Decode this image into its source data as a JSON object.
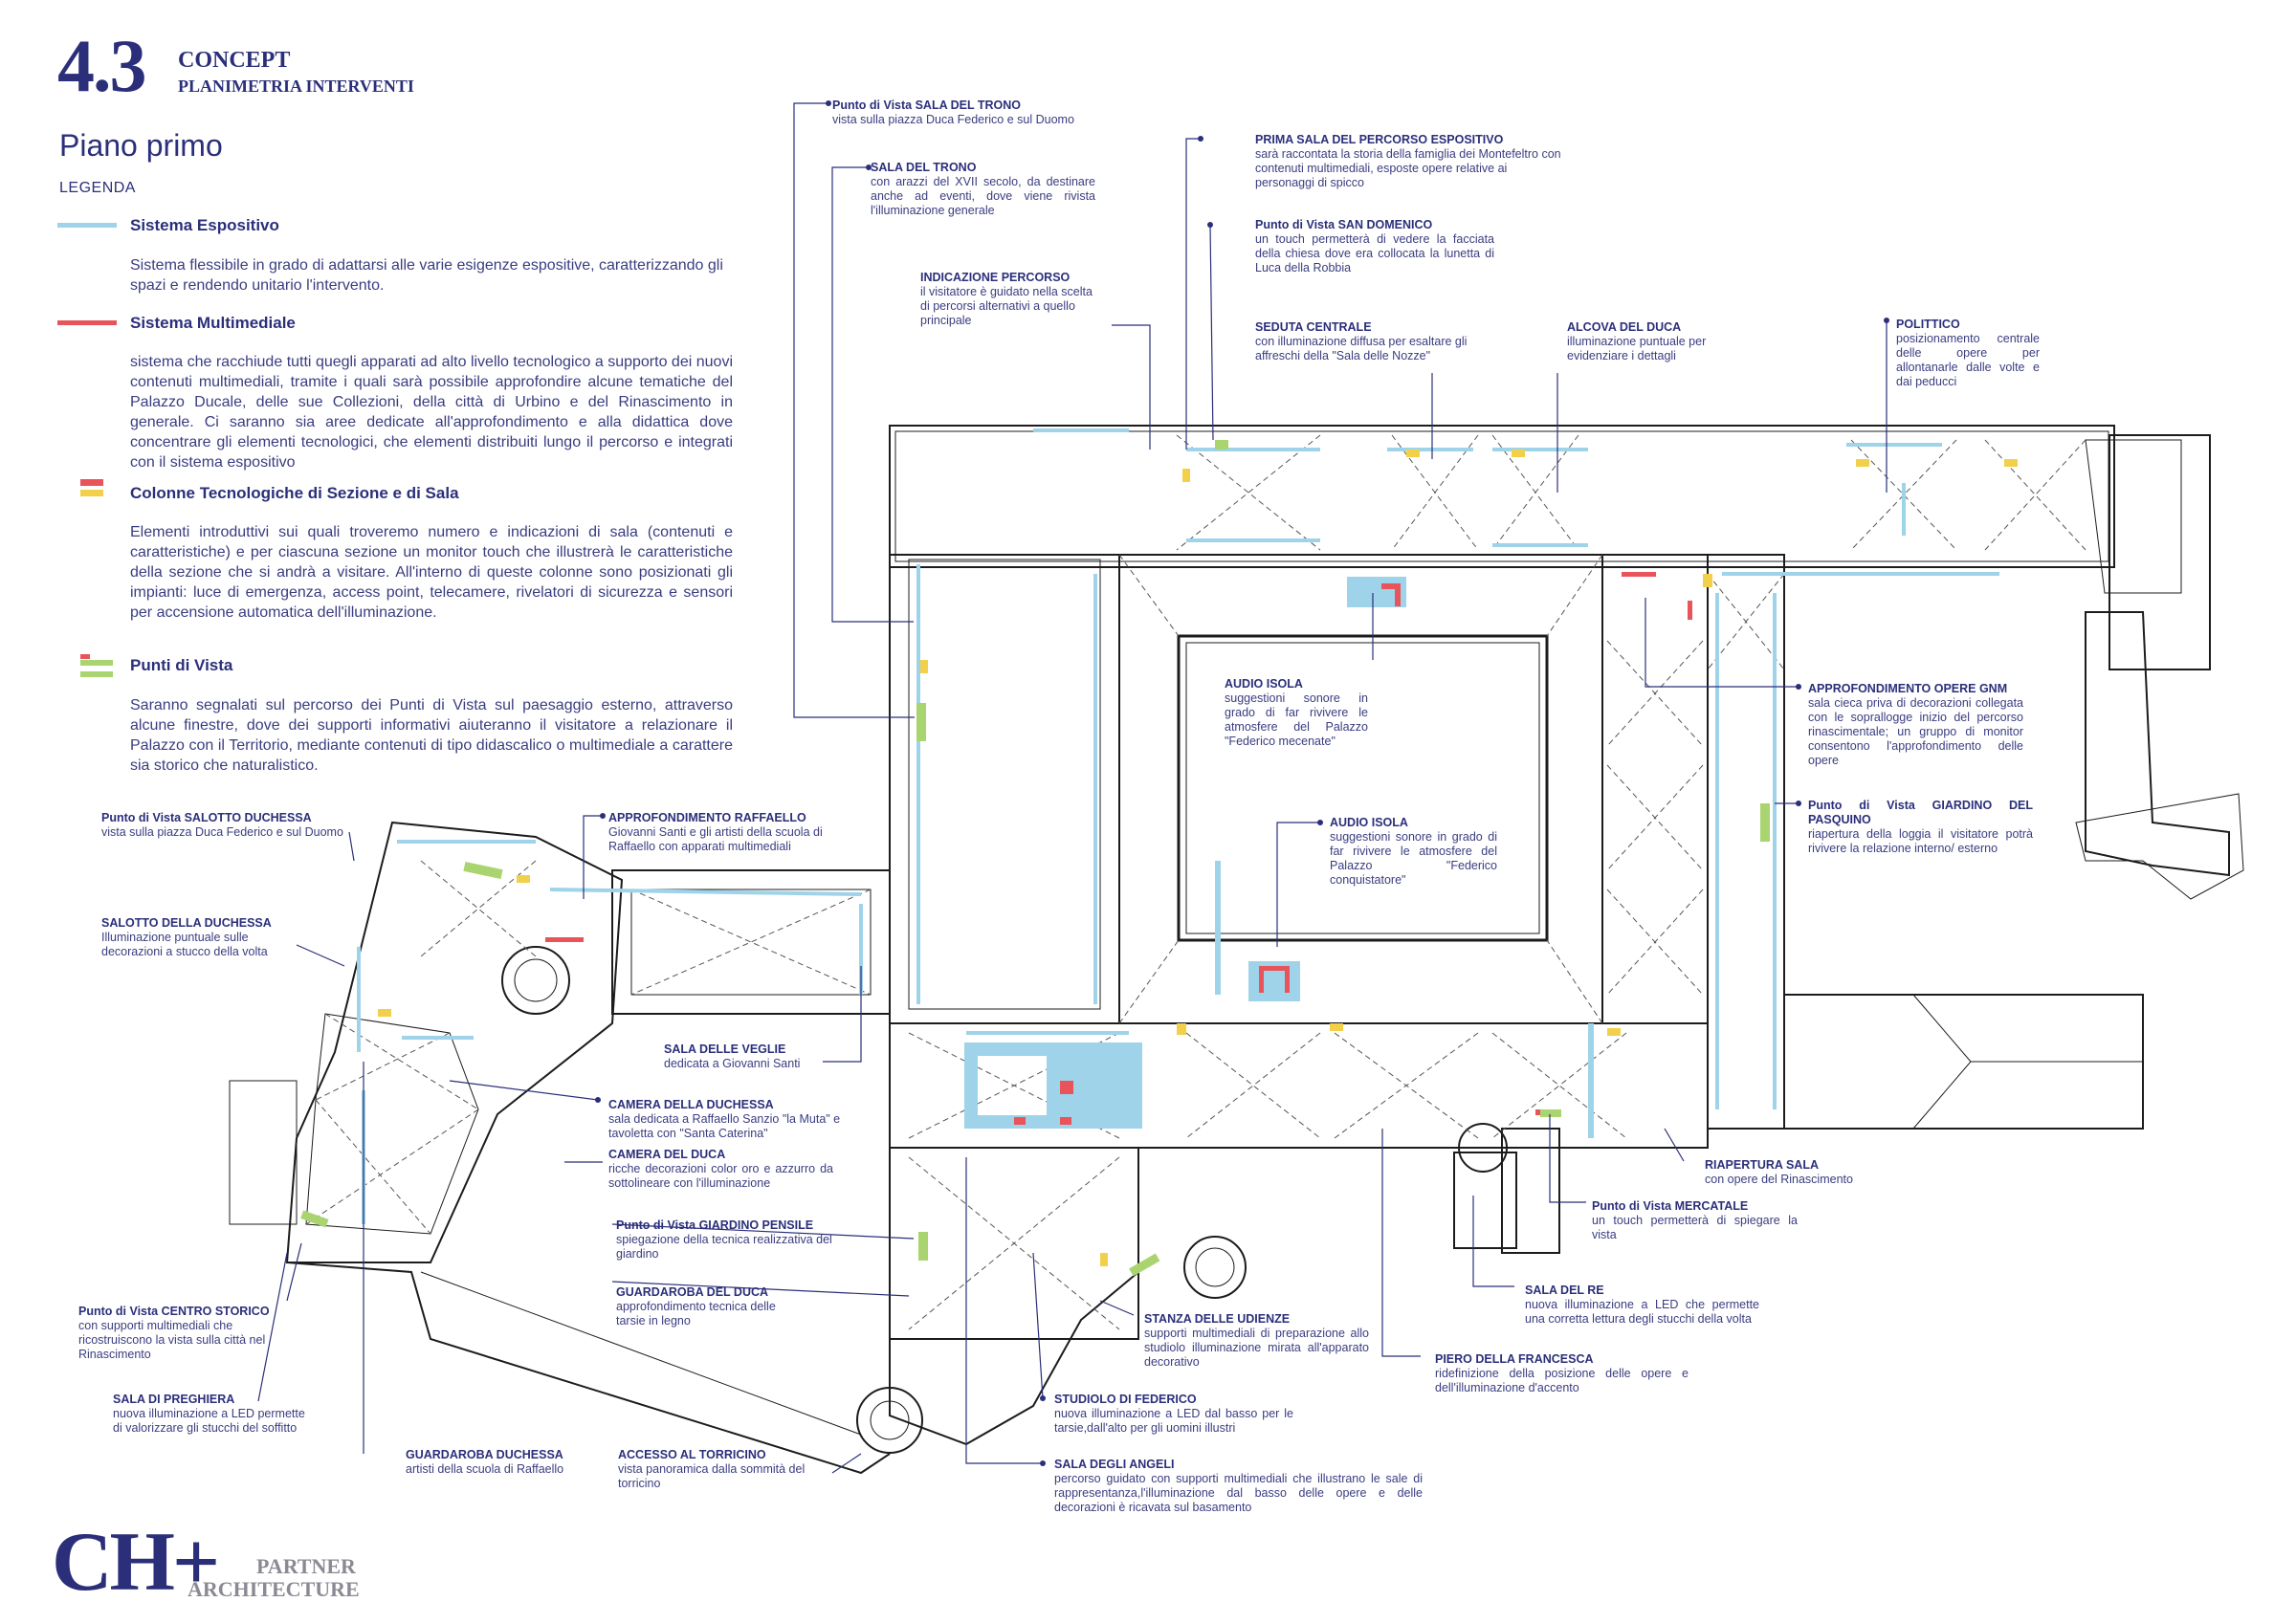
{
  "header": {
    "number": "4.3",
    "title_line1": "CONCEPT",
    "title_line2": "PLANIMETRIA INTERVENTI"
  },
  "section_title": "Piano primo",
  "legend": {
    "caption": "LEGENDA",
    "items": [
      {
        "title": "Sistema Espositivo",
        "text": "Sistema flessibile in grado di adattarsi alle varie esigenze espositive, caratterizzando gli spazi e rendendo unitario l'intervento."
      },
      {
        "title": "Sistema Multimediale",
        "text": "sistema che racchiude tutti quegli apparati ad alto livello tecnologico a supporto dei nuovi contenuti multimediali, tramite i quali sarà possibile approfondire alcune tematiche del Palazzo Ducale, delle sue Collezioni, della città di Urbino e del Rinascimento in generale. Ci saranno sia aree dedicate all'approfondimento e alla didattica dove concentrare gli elementi tecnologici, che elementi distribuiti lungo il percorso e integrati con il sistema espositivo"
      },
      {
        "title": "Colonne Tecnologiche di Sezione e di Sala",
        "text": "Elementi introduttivi sui quali troveremo numero e indicazioni di sala (contenuti e caratteristiche) e per ciascuna sezione un monitor touch che illustrerà le caratteristiche della sezione che si andrà a visitare. All'interno di queste colonne sono posizionati gli impianti: luce di emergenza, access point, telecamere, rivelatori di sicurezza e sensori per accensione automatica dell'illuminazione."
      },
      {
        "title": "Punti di Vista",
        "text": "Saranno segnalati sul percorso dei Punti di Vista sul paesaggio esterno, attraverso alcune finestre, dove dei supporti informativi aiuteranno il visitatore a relazionare il Palazzo con il Territorio, mediante contenuti di tipo didascalico o multimediale a carattere sia storico che naturalistico."
      }
    ]
  },
  "colors": {
    "navy": "#2b2f7a",
    "espositivo": "#9fd3ea",
    "multimediale": "#e8545a",
    "colonne": "#f3d04a",
    "punti": "#a9d46f"
  },
  "annotations": [
    {
      "title": "Punto di Vista SALA DEL TRONO",
      "text": "vista sulla piazza Duca Federico e sul Duomo"
    },
    {
      "title": "SALA DEL TRONO",
      "text": "con arazzi del XVII secolo, da destinare anche ad eventi, dove viene rivista l'illuminazione generale"
    },
    {
      "title": "INDICAZIONE PERCORSO",
      "text": "il visitatore è guidato nella scelta di percorsi alternativi a quello principale"
    },
    {
      "title": "PRIMA SALA DEL PERCORSO ESPOSITIVO",
      "text": "sarà raccontata la storia della famiglia dei Montefeltro con contenuti multimediali, esposte opere relative ai personaggi di spicco"
    },
    {
      "title": "Punto di Vista SAN DOMENICO",
      "text": "un touch permetterà di vedere la facciata della chiesa dove era collocata la lunetta di Luca della Robbia"
    },
    {
      "title": "SEDUTA CENTRALE",
      "text": "con illuminazione diffusa per esaltare gli affreschi della \"Sala delle Nozze\""
    },
    {
      "title": "ALCOVA DEL DUCA",
      "text": "illuminazione puntuale per evidenziare i dettagli"
    },
    {
      "title": "POLITTICO",
      "text": "posizionamento centrale delle opere per allontanarle dalle volte e dai peducci"
    },
    {
      "title": "AUDIO ISOLA",
      "text": "suggestioni sonore in grado di far rivivere le atmosfere del Palazzo \"Federico mecenate\""
    },
    {
      "title": "AUDIO ISOLA",
      "text": "suggestioni sonore in grado di far rivivere le atmosfere del Palazzo \"Federico conquistatore\""
    },
    {
      "title": "APPROFONDIMENTO OPERE GNM",
      "text": "sala cieca priva di decorazioni collegata con le soprallogge inizio del percorso rinascimentale; un gruppo di monitor consentono l'approfondimento delle opere"
    },
    {
      "title": "Punto di Vista    GIARDINO DEL PASQUINO",
      "text": "riapertura della loggia il visitatore potrà rivivere la relazione interno/ esterno"
    },
    {
      "title": "Punto di Vista SALOTTO DUCHESSA",
      "text": "vista sulla piazza Duca Federico e sul Duomo"
    },
    {
      "title": "APPROFONDIMENTO RAFFAELLO",
      "text": "Giovanni Santi e gli artisti della scuola di Raffaello con apparati multimediali"
    },
    {
      "title": "SALOTTO DELLA DUCHESSA",
      "text": "Illuminazione puntuale sulle decorazioni a stucco della volta"
    },
    {
      "title": "SALA DELLE VEGLIE",
      "text": "dedicata a Giovanni Santi"
    },
    {
      "title": "CAMERA DELLA DUCHESSA",
      "text": "sala dedicata a Raffaello Sanzio \"la Muta\" e tavoletta con \"Santa Caterina\""
    },
    {
      "title": "CAMERA DEL DUCA",
      "text": "ricche decorazioni color oro e azzurro da sottolineare con l'illuminazione"
    },
    {
      "title": "Punto di Vista GIARDINO PENSILE",
      "text": "spiegazione della tecnica realizzativa del giardino"
    },
    {
      "title": "GUARDAROBA DEL DUCA",
      "text": "approfondimento tecnica delle tarsie in legno"
    },
    {
      "title": "RIAPERTURA SALA",
      "text": "con opere del Rinascimento"
    },
    {
      "title": "Punto di Vista MERCATALE",
      "text": "un touch permetterà di spiegare la vista"
    },
    {
      "title": "SALA DEL RE",
      "text": "nuova illuminazione a LED che permette una corretta lettura degli stucchi della volta"
    },
    {
      "title": "STANZA DELLE UDIENZE",
      "text": "supporti multimediali di preparazione allo studiolo illuminazione mirata all'apparato decorativo"
    },
    {
      "title": "PIERO DELLA FRANCESCA",
      "text": "ridefinizione della posizione delle opere e dell'illuminazione d'accento"
    },
    {
      "title": "Punto di Vista CENTRO STORICO",
      "text": "con supporti multimediali che ricostruiscono la vista sulla città nel Rinascimento"
    },
    {
      "title": "STUDIOLO DI FEDERICO",
      "text": "nuova illuminazione a LED dal basso per le tarsie,dall'alto per gli uomini illustri"
    },
    {
      "title": "SALA DI PREGHIERA",
      "text": "nuova illuminazione a LED permette di valorizzare gli stucchi del soffitto"
    },
    {
      "title": "GUARDAROBA DUCHESSA",
      "text": "artisti della scuola di Raffaello"
    },
    {
      "title": "ACCESSO AL TORRICINO",
      "text": "vista panoramica dalla sommità del torricino"
    },
    {
      "title": "SALA DEGLI ANGELI",
      "text": "percorso guidato con supporti multimediali che illustrano le sale di rappresentanza,l'illuminazione dal basso delle opere e delle decorazioni è ricavata sul basamento"
    }
  ],
  "logo": {
    "mark": "CH+",
    "line1": "PARTNER",
    "line2": "ARCHITECTURE"
  }
}
